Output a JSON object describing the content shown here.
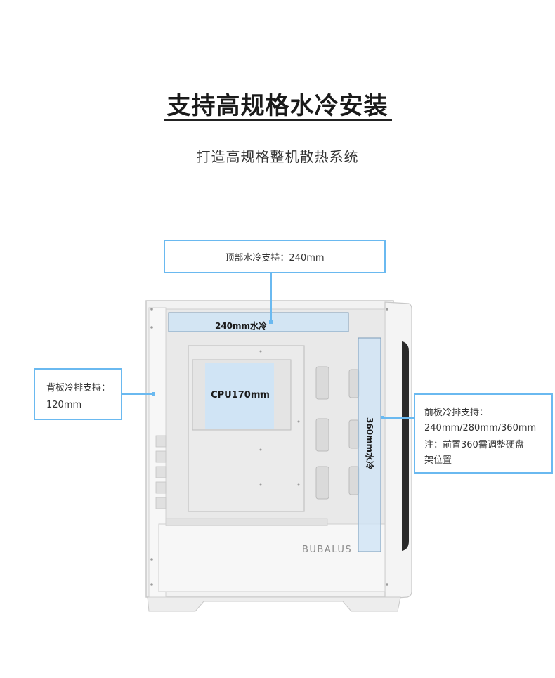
{
  "header": {
    "title": "支持高规格水冷安装",
    "subtitle": "打造高规格整机散热系统"
  },
  "callouts": {
    "top": "顶部水冷支持：240mm",
    "left_line1": "背板冷排支持：",
    "left_line2": "120mm",
    "right_line1": "前板冷排支持：",
    "right_line2": "240mm/280mm/360mm",
    "right_note1": "注：前置360需调整硬盘",
    "right_note2": "架位置"
  },
  "case_labels": {
    "top_radiator": "240mm水冷",
    "cpu": "CPU170mm",
    "front_radiator": "360mm水冷",
    "brand": "BUBALUS"
  },
  "colors": {
    "accent": "#6ab9f0",
    "highlight_fill": "#cfe4f5"
  }
}
